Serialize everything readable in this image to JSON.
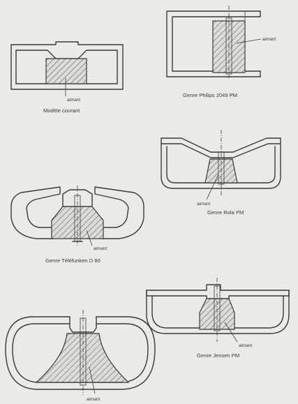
{
  "figure": {
    "background": "#e9ebe6",
    "ink": "#3a3a3a"
  },
  "diagrams": [
    {
      "id": "modele-courant",
      "caption": "Modèle courant",
      "magnet_label": "aimant"
    },
    {
      "id": "philips",
      "caption": "Genre Philips 2049 PM",
      "magnet_label": "aimant"
    },
    {
      "id": "rola",
      "caption": "Genre Rola PM",
      "magnet_label": "aimant"
    },
    {
      "id": "telefunken",
      "caption": "Genre Téléfunken D 80",
      "magnet_label": "aimant"
    },
    {
      "id": "jensen",
      "caption": "Genre Jensen PM",
      "magnet_label": "aimant"
    },
    {
      "id": "oval",
      "caption": "",
      "magnet_label": "aimant"
    }
  ]
}
